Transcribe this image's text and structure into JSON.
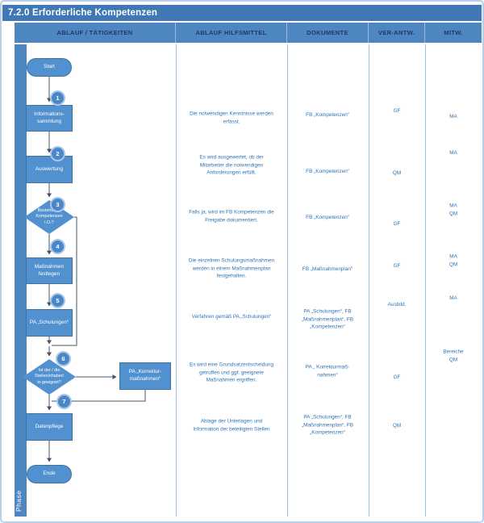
{
  "title": "7.2.0 Erforderliche Kompetenzen",
  "columns": {
    "taetigkeiten": "ABLAUF / TÄTIGKEITEN",
    "hilfsmittel": "ABLAUF HILFSMITTEL",
    "dokumente": "DOKUMENTE",
    "verantw": "VER-ANTW.",
    "mitw": "MITW."
  },
  "phase_label": "Phase",
  "flow": {
    "start_label": "Start",
    "end_label": "Ende",
    "steps": [
      {
        "num": "1",
        "shape": "process",
        "label": "Informations-\nsammlung"
      },
      {
        "num": "2",
        "shape": "process",
        "label": "Auswertung"
      },
      {
        "num": "3",
        "shape": "decision",
        "label": "Bestehende\nKompetenzen\ni.O.?"
      },
      {
        "num": "4",
        "shape": "process",
        "label": "Maßnahmen\nfestlegen"
      },
      {
        "num": "5",
        "shape": "process",
        "label": "PA „Schulungen“"
      },
      {
        "num": "6",
        "shape": "decision",
        "label": "Ist der / die\nStelleninhaber/\nin geeignet?"
      },
      {
        "num": "7",
        "shape": "process",
        "label": "Datenpflege"
      }
    ],
    "korrektur_label": "PA „Korrektur-\nmaßnahmen“"
  },
  "rows": [
    {
      "hilfsmittel": "Die notwendigen Kenntnisse werden\nerfasst.",
      "dokumente": "FB „Kompetenzen“",
      "verantw": "GF",
      "mitw": "MA"
    },
    {
      "hilfsmittel": "Es wird ausgewertet, ob der\nMitarbeiter die notwendigen\nAnforderungen erfüllt.",
      "dokumente": "FB „Kompetenzen“",
      "verantw": "QM",
      "mitw": "MA"
    },
    {
      "hilfsmittel": "Falls ja, wird im FB Kompetenzen die\nFreigabe dokumentiert.",
      "dokumente": "FB „Kompetenzen“",
      "verantw": "GF",
      "mitw": "MA\nQM"
    },
    {
      "hilfsmittel": "Die einzelnen Schulungsmaßnahmen\nwerden in einem Maßnahmenplan\nfestgehalten.",
      "dokumente": "FB „Maßnahmenplan“",
      "verantw": "GF",
      "mitw": "MA\nQM"
    },
    {
      "hilfsmittel": "Verfahren gemäß PA „Schulungen“",
      "dokumente": "PA „Schulungen“, FB „Maßnahmenplan“, FB „Kompetenzen“",
      "verantw": "Ausbild.",
      "mitw": "MA"
    },
    {
      "hilfsmittel": "Es wird eine Grundsatzentscheidung\ngetroffen und ggf. geeignete\nMaßnahmen ergriffen.",
      "dokumente": "PA „ Korrekturmaß-\nnahmen“",
      "verantw": "GF",
      "mitw": "Bereiche\nQM"
    },
    {
      "hilfsmittel": "Ablage der Unterlagen und\nInformation der beteiligten Stellen",
      "dokumente": "PA „Schulungen“, FB „Maßnahmenplan“, FB „Kompetenzen“",
      "verantw": "QM",
      "mitw": ""
    }
  ],
  "colors": {
    "title_bar": "#3f78b4",
    "header_fill": "#4e86c2",
    "header_text": "#1f3864",
    "shape_fill": "#5291cf",
    "shape_border": "#41719c",
    "connector": "#44546a",
    "cell_text": "#2e74b5",
    "grid_line": "#9cc2e5",
    "frame_border": "#b9cfe8"
  }
}
